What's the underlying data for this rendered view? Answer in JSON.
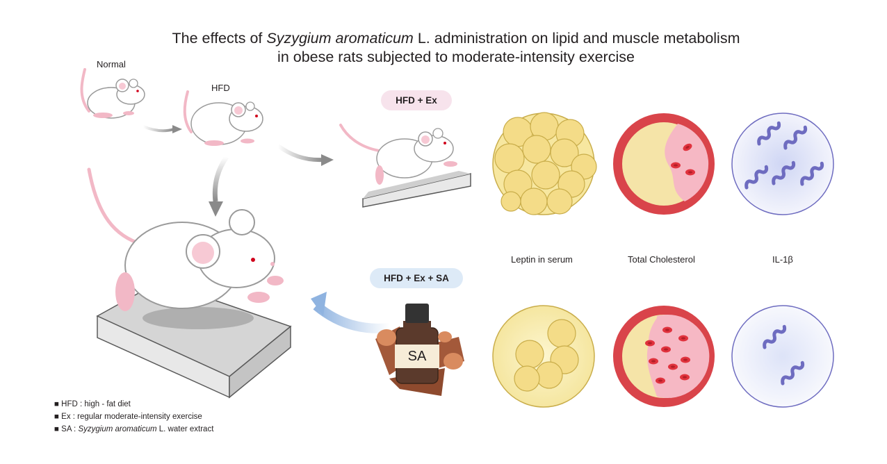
{
  "title": {
    "line1_pre": "The effects of ",
    "line1_em": "Syzygium aromaticum",
    "line1_post": " L. administration on lipid and muscle metabolism",
    "line2": "in obese rats subjected to moderate-intensity exercise"
  },
  "groups": {
    "normal": "Normal",
    "hfd": "HFD",
    "hfd_ex": "HFD + Ex",
    "hfd_ex_sa": "HFD + Ex + SA"
  },
  "bottle_label": "SA",
  "markers": {
    "leptin": "Leptin in serum",
    "cholesterol": "Total Cholesterol",
    "il1b": "IL-1β"
  },
  "legend": {
    "bullet": "■",
    "hfd": "HFD : high - fat diet",
    "ex": "Ex : regular moderate-intensity exercise",
    "sa_pre": "SA : ",
    "sa_em": "Syzygium aromaticum",
    "sa_post": " L. water extract"
  },
  "colors": {
    "pill_hfd_ex": "#f7e3ec",
    "pill_hfd_ex_sa": "#ddeaf7",
    "fat_cell": "#f2dc82",
    "vessel_wall": "#d9444a",
    "cytokine_circle": "#dfe3f6"
  }
}
